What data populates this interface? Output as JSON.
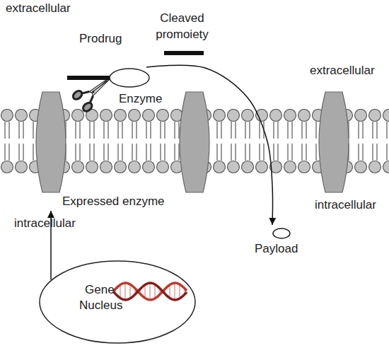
{
  "diagram": {
    "nodes": [
      {
        "text": [
          "Cleaved promoiety"
        ]
      },
      {
        "text": [
          "Prodrug"
        ]
      },
      {
        "text": [
          "Enzyme"
        ]
      },
      {
        "text": [
          "Expressed enzyme"
        ]
      },
      {
        "text": [
          "Payload"
        ]
      },
      {
        "text": [
          "Gene",
          "Nucleus"
        ]
      }
    ],
    "edges": [
      {
        "from": 5,
        "to": 3,
        "arrow": "to"
      },
      {
        "from": 2,
        "to": 4,
        "arrow": "to"
      }
    ],
    "labels": [
      "extracellular",
      "extracellular",
      "intracellular",
      "intracellular"
    ]
  }
}
